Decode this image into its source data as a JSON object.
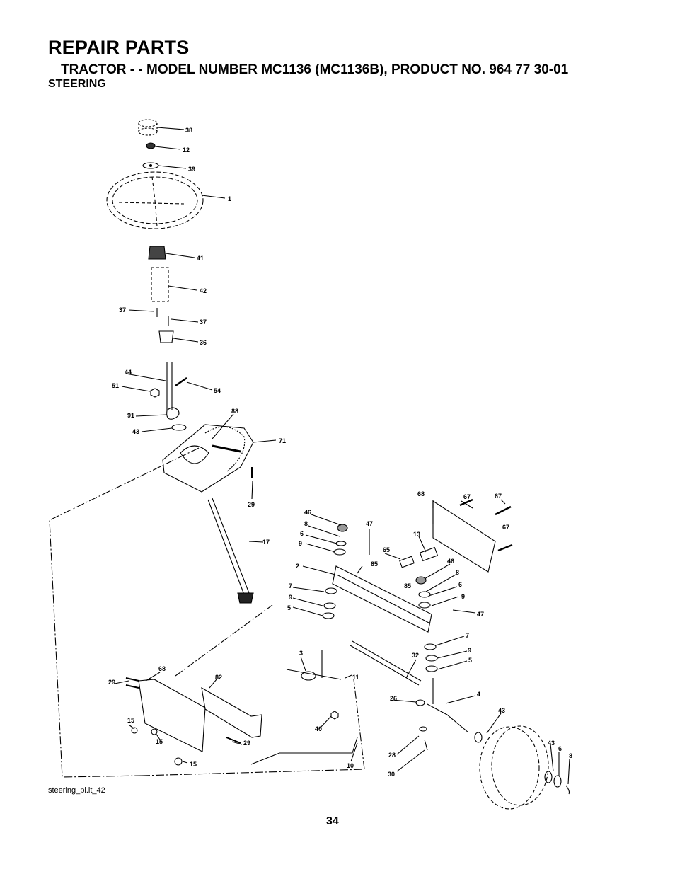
{
  "header": {
    "title": "REPAIR PARTS",
    "subtitle": "TRACTOR - - MODEL NUMBER MC1136 (MC1136B), PRODUCT NO. 964 77 30-01",
    "section": "STEERING"
  },
  "diagram": {
    "callouts": [
      "38",
      "12",
      "39",
      "1",
      "41",
      "42",
      "37",
      "37",
      "36",
      "44",
      "51",
      "54",
      "91",
      "88",
      "43",
      "71",
      "29",
      "17",
      "46",
      "8",
      "6",
      "9",
      "2",
      "7",
      "9",
      "5",
      "47",
      "85",
      "65",
      "13",
      "68",
      "67",
      "67",
      "67",
      "46",
      "8",
      "85",
      "6",
      "9",
      "47",
      "7",
      "9",
      "5",
      "32",
      "3",
      "11",
      "26",
      "4",
      "43",
      "40",
      "28",
      "30",
      "10",
      "43",
      "6",
      "8",
      "29",
      "68",
      "82",
      "15",
      "15",
      "15",
      "29"
    ]
  },
  "footer": {
    "file_ref": "steering_pl.lt_42",
    "page_number": "34"
  }
}
